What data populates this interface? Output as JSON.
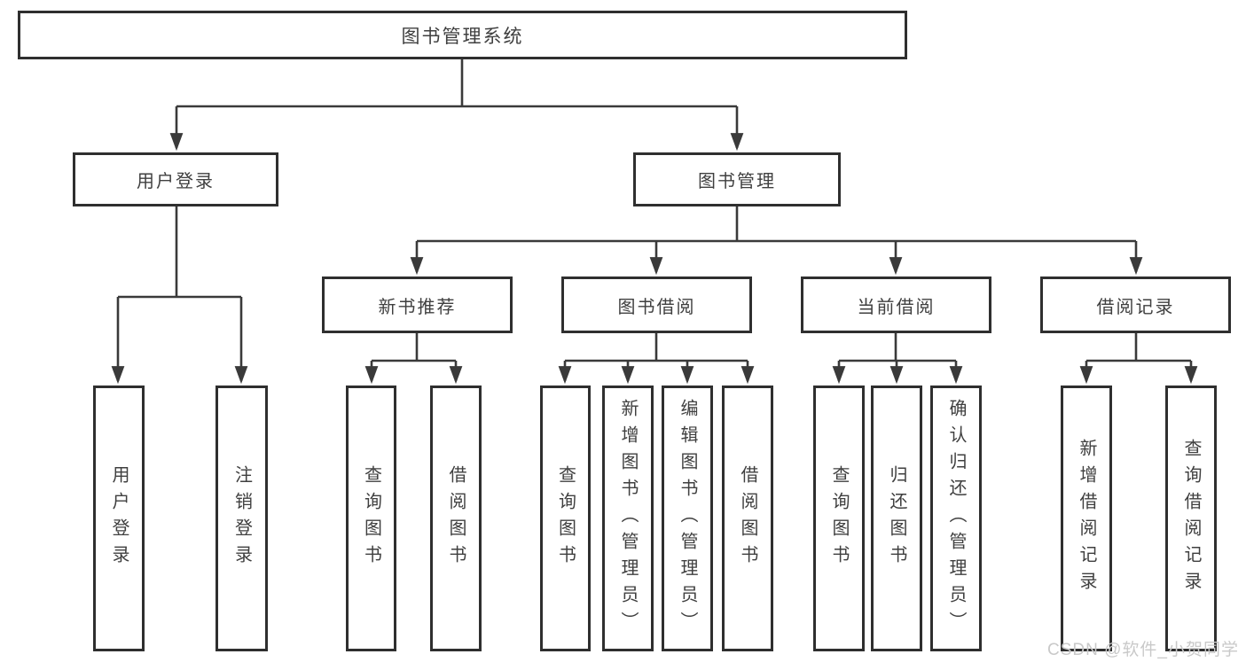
{
  "watermark": "CSDN @软件_小贺同学",
  "colors": {
    "line": "#3a3a3a",
    "box_border": "#2f2f2f",
    "text": "#3f3f3f",
    "watermark": "#c9c9c9",
    "background": "#ffffff"
  },
  "tree": {
    "label": "图书管理系统",
    "children": [
      {
        "label": "用户登录",
        "children": [
          {
            "label": "用户登录"
          },
          {
            "label": "注销登录"
          }
        ]
      },
      {
        "label": "图书管理",
        "children": [
          {
            "label": "新书推荐",
            "children": [
              {
                "label": "查询图书"
              },
              {
                "label": "借阅图书"
              }
            ]
          },
          {
            "label": "图书借阅",
            "children": [
              {
                "label": "查询图书"
              },
              {
                "label": "新增图书（管理员）"
              },
              {
                "label": "编辑图书（管理员）"
              },
              {
                "label": "借阅图书"
              }
            ]
          },
          {
            "label": "当前借阅",
            "children": [
              {
                "label": "查询图书"
              },
              {
                "label": "归还图书"
              },
              {
                "label": "确认归还（管理员）"
              }
            ]
          },
          {
            "label": "借阅记录",
            "children": [
              {
                "label": "新增借阅记录"
              },
              {
                "label": "查询借阅记录"
              }
            ]
          }
        ]
      }
    ]
  }
}
